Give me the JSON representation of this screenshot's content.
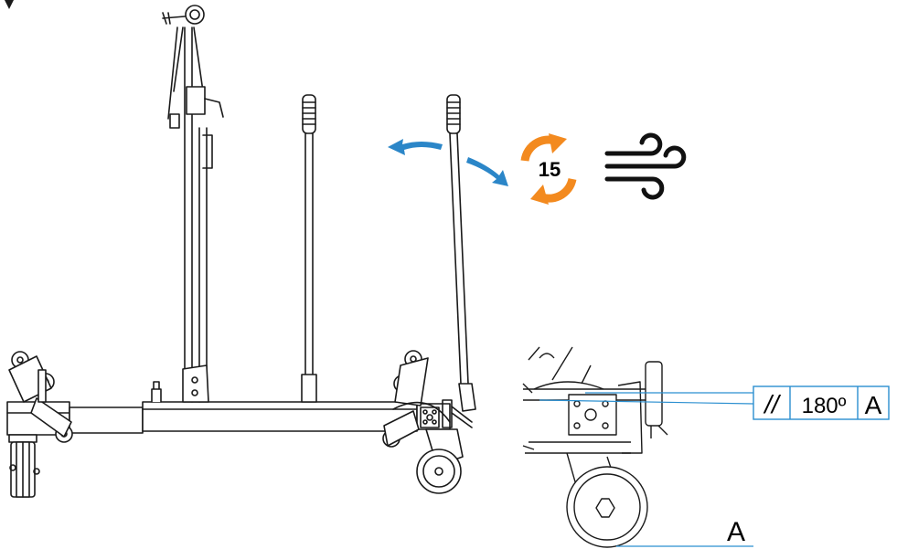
{
  "pump_cycles": "15",
  "tolerance": {
    "symbol": "//",
    "value": "180º",
    "datum": "A"
  },
  "datum_label": "A",
  "colors": {
    "line": "#1a1a1a",
    "arrow_blue": "#2b86c8",
    "cycle_orange": "#f38a1f",
    "leader_blue": "#2b8fd0"
  },
  "icons": [
    "rotate-arrows-icon",
    "air-flow-icon",
    "double-arrow-icon"
  ]
}
